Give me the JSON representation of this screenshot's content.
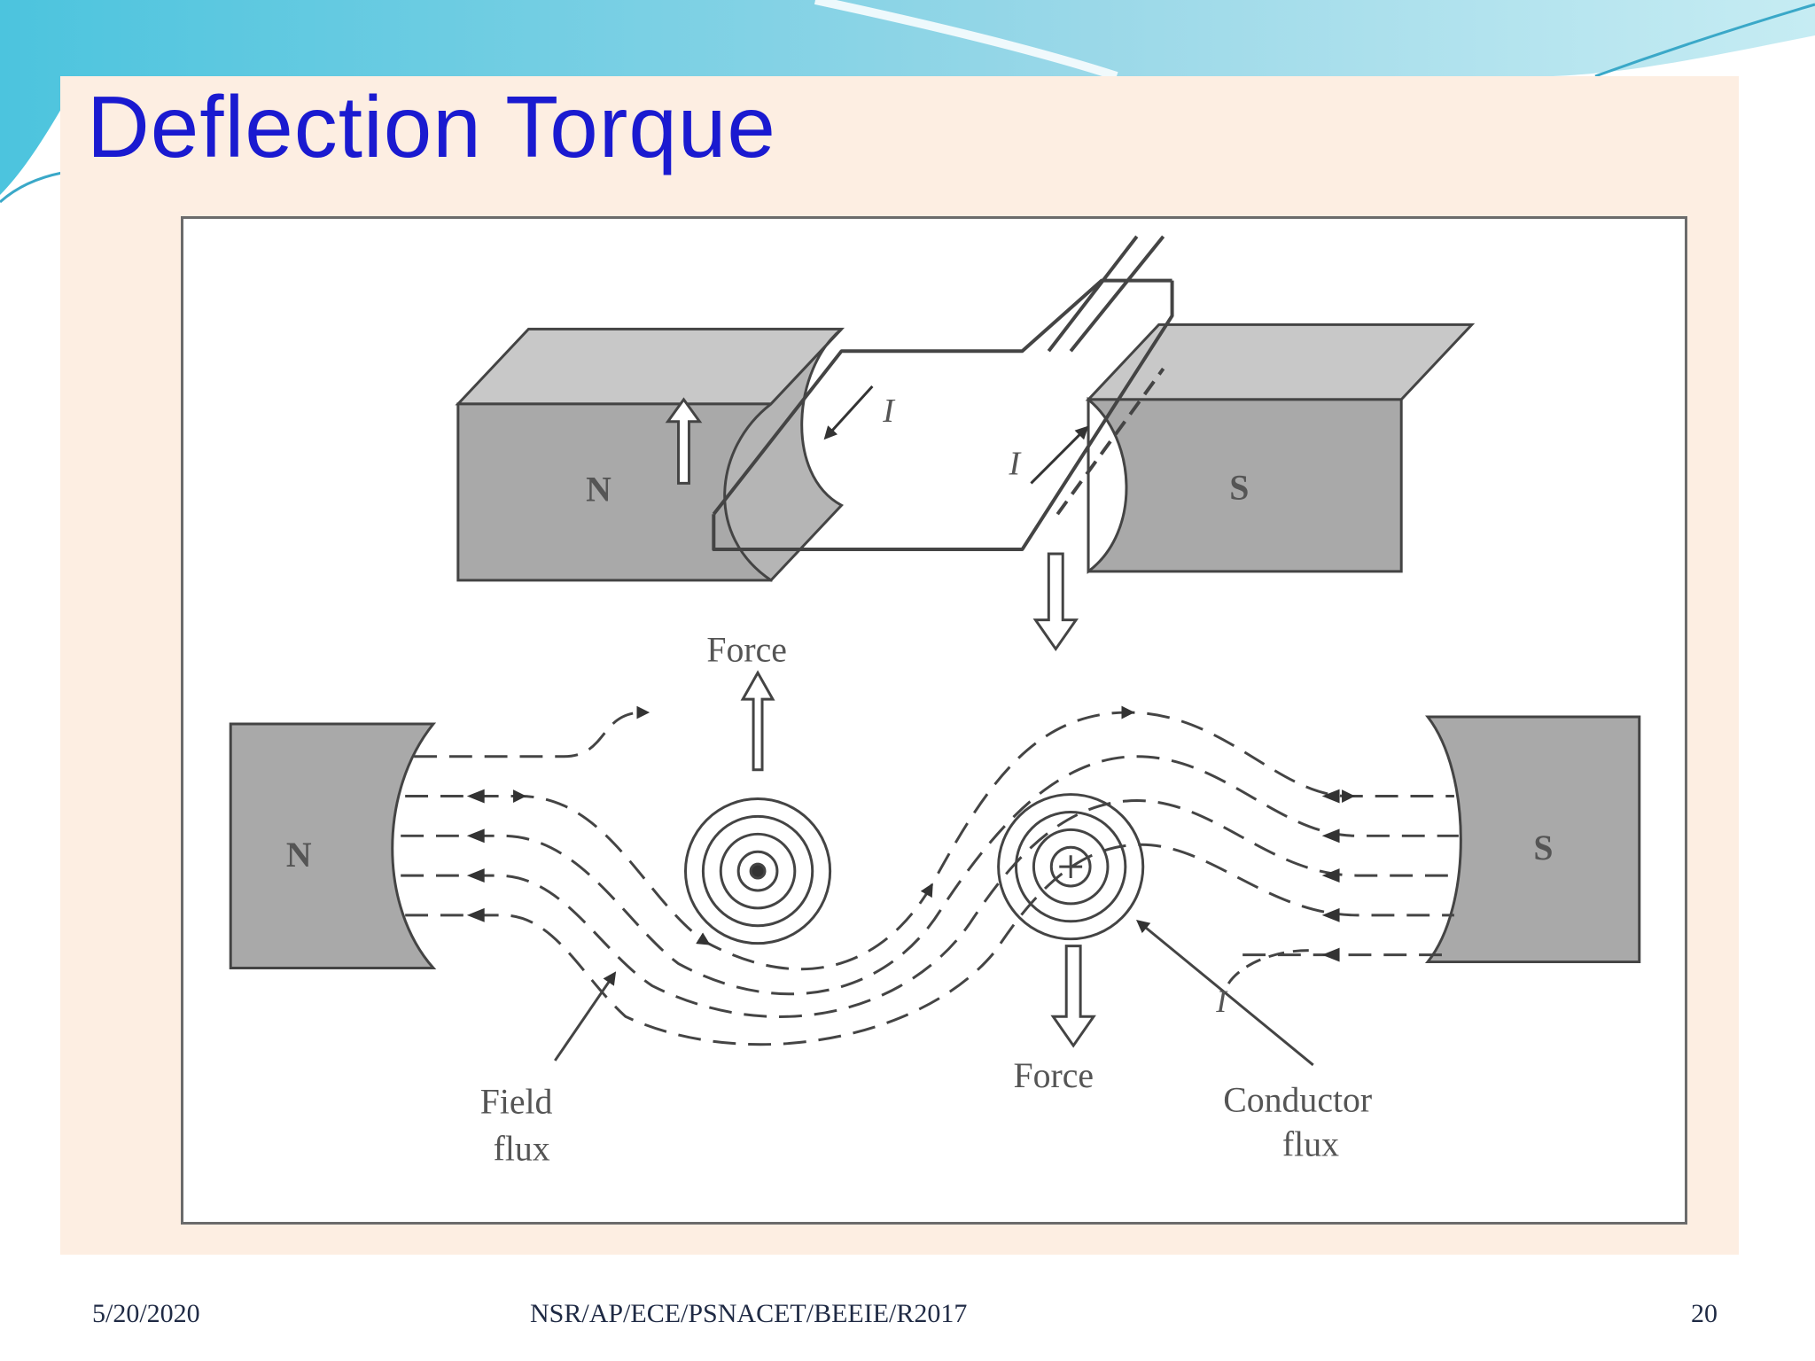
{
  "slide": {
    "title": "Deflection Torque",
    "footer": {
      "date": "5/20/2020",
      "course_code": "NSR/AP/ECE/PSNACET/BEEIE/R2017",
      "page_number": "20"
    }
  },
  "diagram": {
    "top_view": {
      "north_pole": "N",
      "south_pole": "S",
      "current_symbol_left": "I",
      "current_symbol_right": "I"
    },
    "cross_section": {
      "north_pole": "N",
      "south_pole": "S",
      "current_symbol": "I",
      "force_up_label": "Force",
      "force_down_label": "Force",
      "field_flux_label_line1": "Field",
      "field_flux_label_line2": "flux",
      "conductor_flux_label_line1": "Conductor",
      "conductor_flux_label_line2": "flux"
    }
  },
  "colors": {
    "title": "#1a1ad0",
    "panel": "#fdeee2",
    "pole_fill": "#a9a9a9",
    "banner": "#8fd3e6"
  }
}
